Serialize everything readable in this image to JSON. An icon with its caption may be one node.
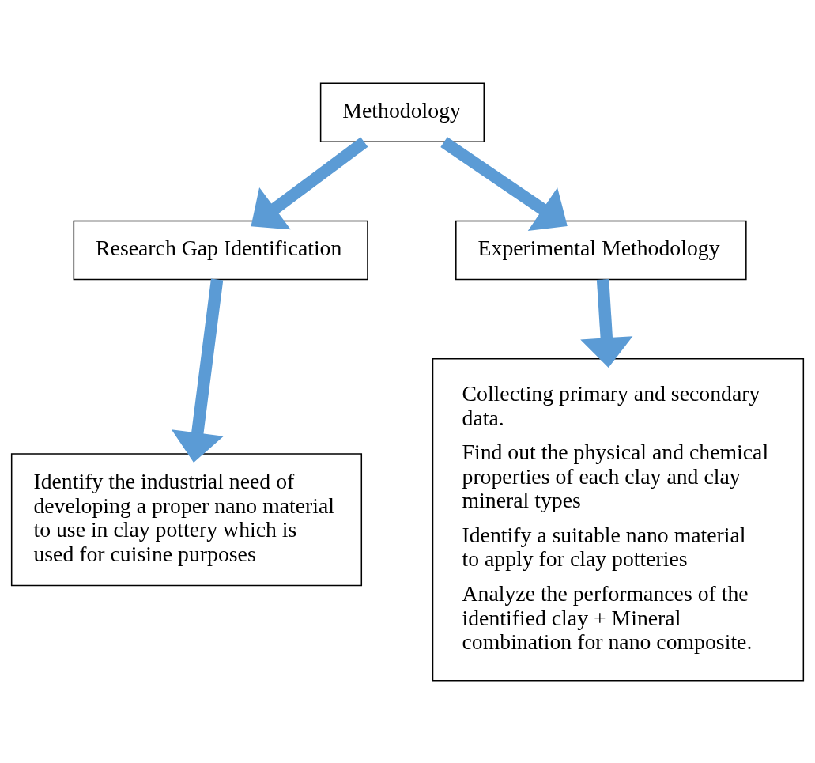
{
  "diagram": {
    "nodes": [
      {
        "text": [
          "Methodology"
        ]
      },
      {
        "text": [
          "Research Gap Identification"
        ]
      },
      {
        "text": [
          "Experimental Methodology"
        ]
      },
      {
        "text": [
          "Identify the industrial need of developing a proper nano material to use in clay pottery which is used for cuisine purposes"
        ]
      },
      {
        "text": [
          "Collecting primary and secondary data.",
          "Find out the physical and chemical properties of each clay and clay mineral types",
          "Identify a suitable nano material to apply for clay potteries",
          "Analyze the performances of the identified clay + Mineral combination for nano composite."
        ]
      }
    ],
    "edges": [
      {
        "from": 0,
        "to": 1,
        "arrow": "to"
      },
      {
        "from": 0,
        "to": 2,
        "arrow": "to"
      },
      {
        "from": 1,
        "to": 3,
        "arrow": "to"
      },
      {
        "from": 2,
        "to": 4,
        "arrow": "to"
      }
    ]
  }
}
